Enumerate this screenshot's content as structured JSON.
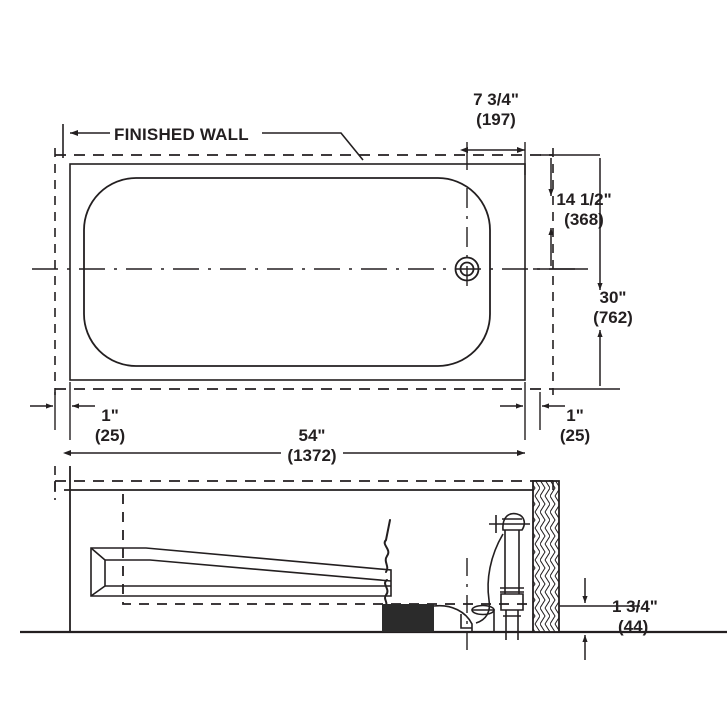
{
  "drawing": {
    "title": "Bathtub Installation Dimensional Drawing",
    "views": [
      "plan-view",
      "elevation-view"
    ],
    "line_color": "#231f20",
    "fill_color": "#2b2b2b",
    "background": "#ffffff"
  },
  "labels": {
    "finished_wall": "FINISHED WALL"
  },
  "dimensions": {
    "drain_offset": {
      "imperial": "7 3/4\"",
      "metric": "(197)",
      "name": "drain-offset-from-wall"
    },
    "drain_center_height": {
      "imperial": "14 1/2\"",
      "metric": "(368)",
      "name": "drain-center-from-wall"
    },
    "overall_depth": {
      "imperial": "30\"",
      "metric": "(762)",
      "name": "tub-overall-depth"
    },
    "left_clearance": {
      "imperial": "1\"",
      "metric": "(25)",
      "name": "left-wall-clearance"
    },
    "right_clearance": {
      "imperial": "1\"",
      "metric": "(25)",
      "name": "right-wall-clearance"
    },
    "overall_length": {
      "imperial": "54\"",
      "metric": "(1372)",
      "name": "tub-overall-length"
    },
    "drain_height": {
      "imperial": "1 3/4\"",
      "metric": "(44)",
      "name": "drain-outlet-height"
    }
  },
  "parts": {
    "plan_tub": "tub-rim-outline",
    "plan_basin": "tub-basin-rounded-rectangle",
    "drain": "drain-opening",
    "elevation_apron": "tub-apron-profile",
    "wall_section": "hatched-wall-section",
    "trap": "p-trap-assembly",
    "overflow": "overflow-waste-pipe",
    "break_lines": "break-line-symbols",
    "floor_line": "floor-line"
  }
}
